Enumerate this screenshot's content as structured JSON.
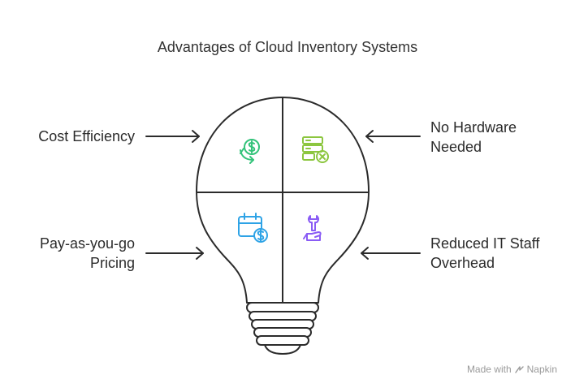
{
  "title": "Advantages of Cloud Inventory Systems",
  "advantages": [
    {
      "lines": [
        "Cost Efficiency"
      ],
      "icon": "dollar-refresh-icon",
      "color": "#34c37a"
    },
    {
      "lines": [
        "No Hardware",
        "Needed"
      ],
      "icon": "server-x-icon",
      "color": "#8cc63f"
    },
    {
      "lines": [
        "Pay-as-you-go",
        "Pricing"
      ],
      "icon": "calendar-dollar-icon",
      "color": "#2ea3e6"
    },
    {
      "lines": [
        "Reduced IT Staff",
        "Overhead"
      ],
      "icon": "wrench-hand-icon",
      "color": "#8a5cf5"
    }
  ],
  "footer": {
    "made_with": "Made with",
    "brand": "Napkin"
  },
  "colors": {
    "outline": "#2b2b2b",
    "text": "#2b2b2b",
    "footer": "#9a9a9a"
  }
}
